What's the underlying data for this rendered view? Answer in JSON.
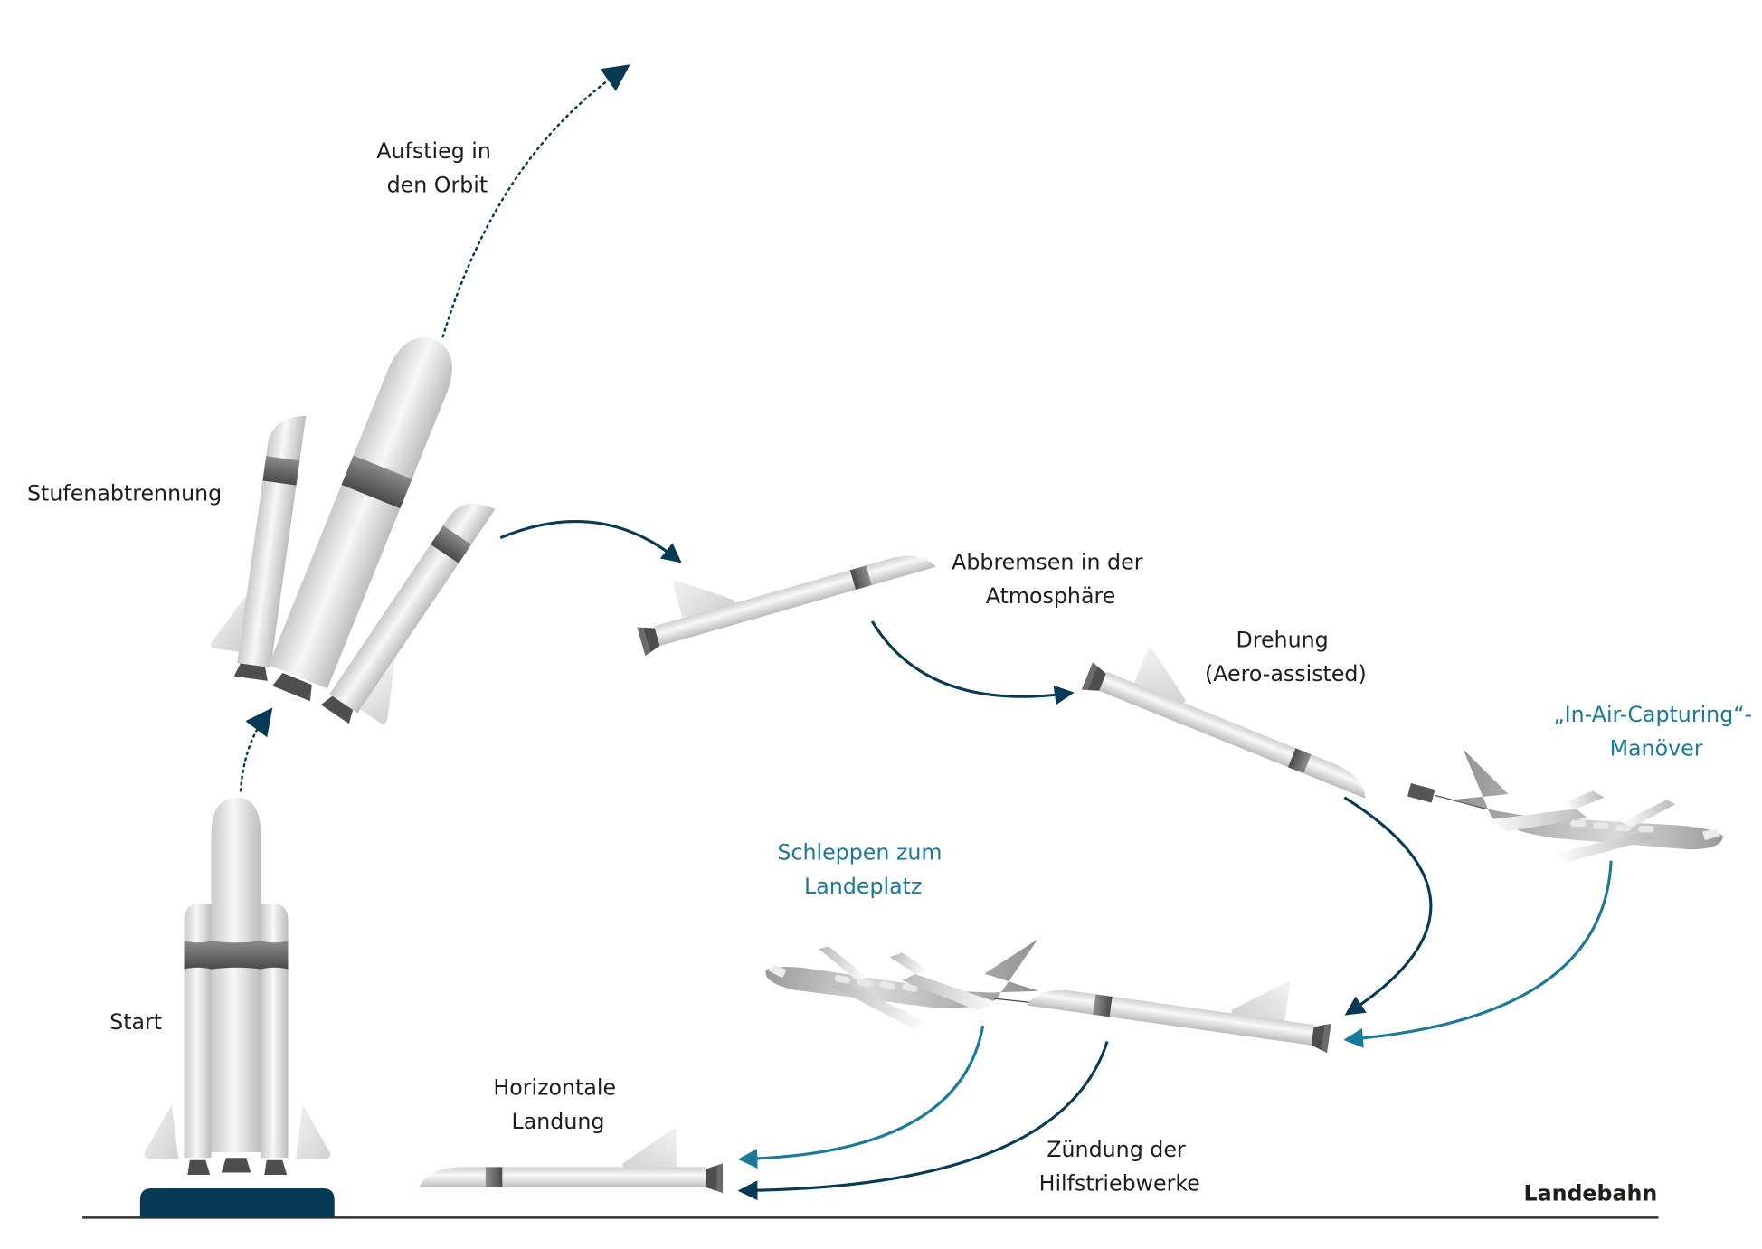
{
  "colors": {
    "dark_arrow": "#073a55",
    "teal_arrow": "#1a7a9a",
    "launch_pad": "#073a55",
    "ground": "#333333",
    "label_text": "#1d1d1b"
  },
  "labels": {
    "ascent": [
      "Aufstieg in",
      "den Orbit"
    ],
    "separation": "Stufenabtrennung",
    "start": "Start",
    "braking": [
      "Abbremsen in der",
      "Atmosphäre"
    ],
    "rotation": [
      "Drehung",
      "(Aero-assisted)"
    ],
    "capture": [
      "„In-Air-Capturing“-",
      "Manöver"
    ],
    "towing": [
      "Schleppen zum",
      "Landeplatz"
    ],
    "landing": [
      "Horizontale",
      "Landung"
    ],
    "ignition": [
      "Zündung der",
      "Hilfstriebwerke"
    ],
    "runway": "Landebahn"
  },
  "stages": [
    {
      "id": "start",
      "vehicle": "launcher-on-pad"
    },
    {
      "id": "separation",
      "vehicle": "separated-stages"
    },
    {
      "id": "ascent",
      "vehicle": "upper-stage"
    },
    {
      "id": "braking",
      "vehicle": "winged-stage"
    },
    {
      "id": "rotation",
      "vehicle": "winged-stage"
    },
    {
      "id": "capture",
      "vehicle": "aircraft"
    },
    {
      "id": "towing",
      "vehicle": "aircraft-with-stage"
    },
    {
      "id": "landing",
      "vehicle": "winged-stage"
    }
  ]
}
